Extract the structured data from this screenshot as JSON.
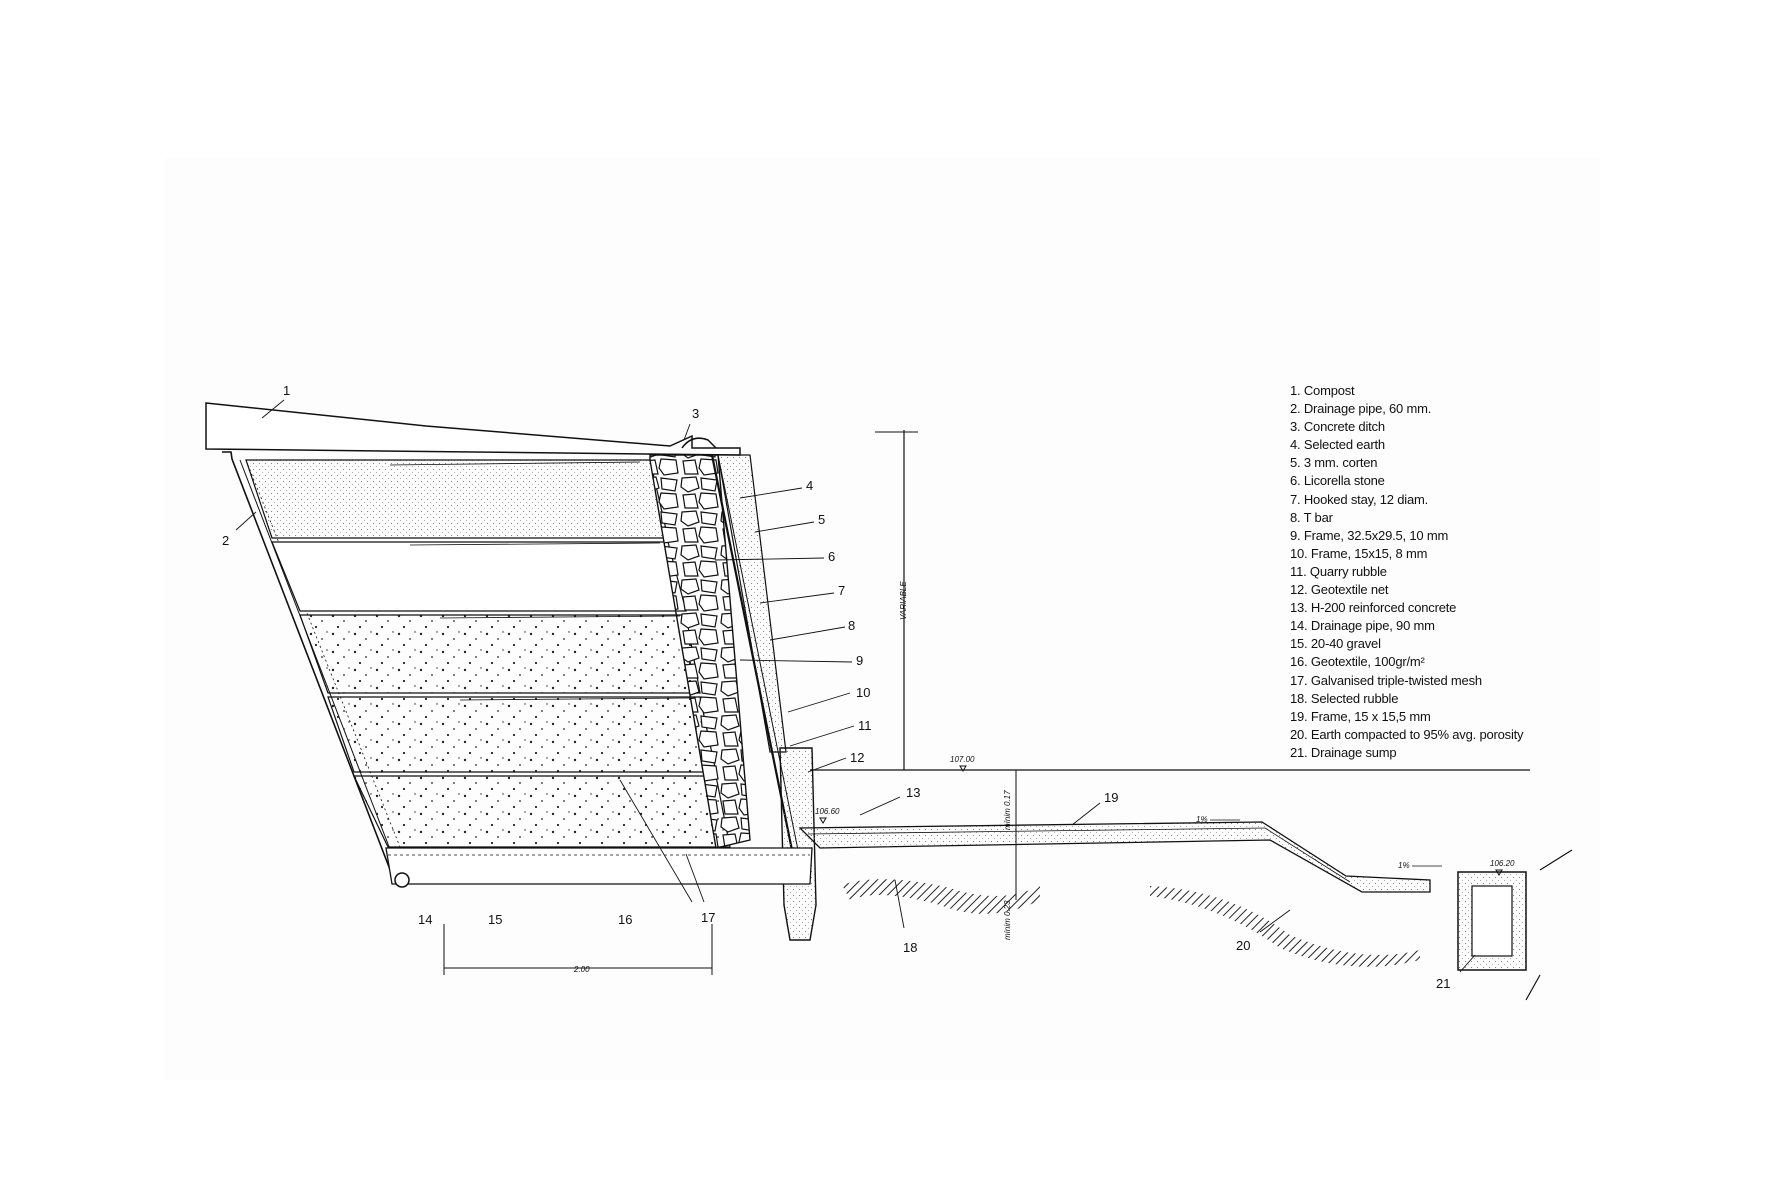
{
  "legend": [
    "1. Compost",
    "2. Drainage pipe, 60 mm.",
    "3. Concrete ditch",
    "4. Selected earth",
    "5. 3 mm. corten",
    "6. Licorella stone",
    "7. Hooked stay, 12 diam.",
    "8. T bar",
    "9. Frame, 32.5x29.5, 10 mm",
    "10. Frame, 15x15, 8 mm",
    "11. Quarry rubble",
    "12. Geotextile net",
    "13. H-200 reinforced concrete",
    "14. Drainage pipe, 90 mm",
    "15. 20-40 gravel",
    "16. Geotextile, 100gr/m²",
    "17. Galvanised triple-twisted mesh",
    "18. Selected rubble",
    "19. Frame, 15 x 15,5 mm",
    "20. Earth compacted to 95% avg. porosity",
    "21. Drainage sump"
  ],
  "callouts": [
    "1",
    "2",
    "3",
    "4",
    "5",
    "6",
    "7",
    "8",
    "9",
    "10",
    "11",
    "12",
    "13",
    "14",
    "15",
    "16",
    "17",
    "17",
    "18",
    "19",
    "20",
    "21"
  ],
  "dimensions": {
    "variable": "VARIABLE",
    "width": "2.00",
    "level_top": "107.00",
    "level_mid": "106.60",
    "level_right": "106.20",
    "min_upper": "mínim 0.17",
    "min_lower": "mínim 0.23",
    "slope_1": "1%",
    "slope_2": "1%"
  }
}
